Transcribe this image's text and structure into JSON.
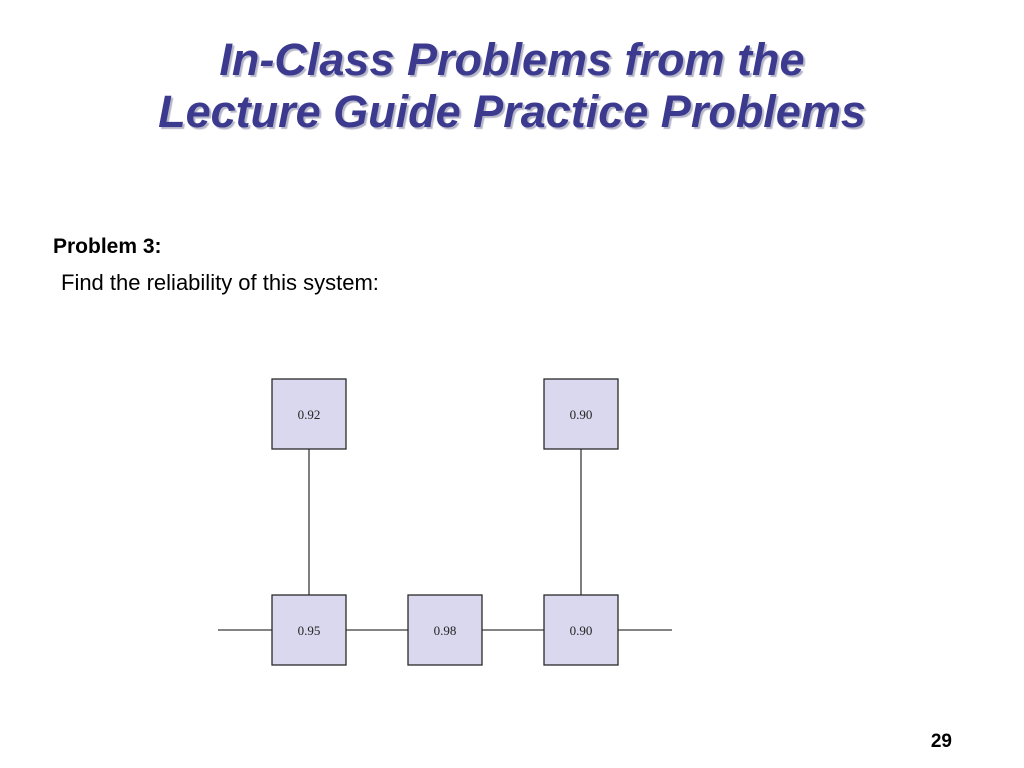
{
  "slide": {
    "title_lines": [
      "In-Class Problems from the",
      "Lecture Guide Practice Problems"
    ],
    "problem_heading": "Problem 3:",
    "problem_text": "Find the reliability of this system:",
    "page_number": "29"
  },
  "diagram": {
    "components": [
      {
        "id": "top-left",
        "label": "0.92"
      },
      {
        "id": "top-right",
        "label": "0.90"
      },
      {
        "id": "bottom-left",
        "label": "0.95"
      },
      {
        "id": "bottom-middle",
        "label": "0.98"
      },
      {
        "id": "bottom-right",
        "label": "0.90"
      }
    ]
  },
  "colors": {
    "title": "#3b3a8f",
    "box_fill": "#d9d8ee",
    "box_stroke": "#2a2a2a"
  }
}
